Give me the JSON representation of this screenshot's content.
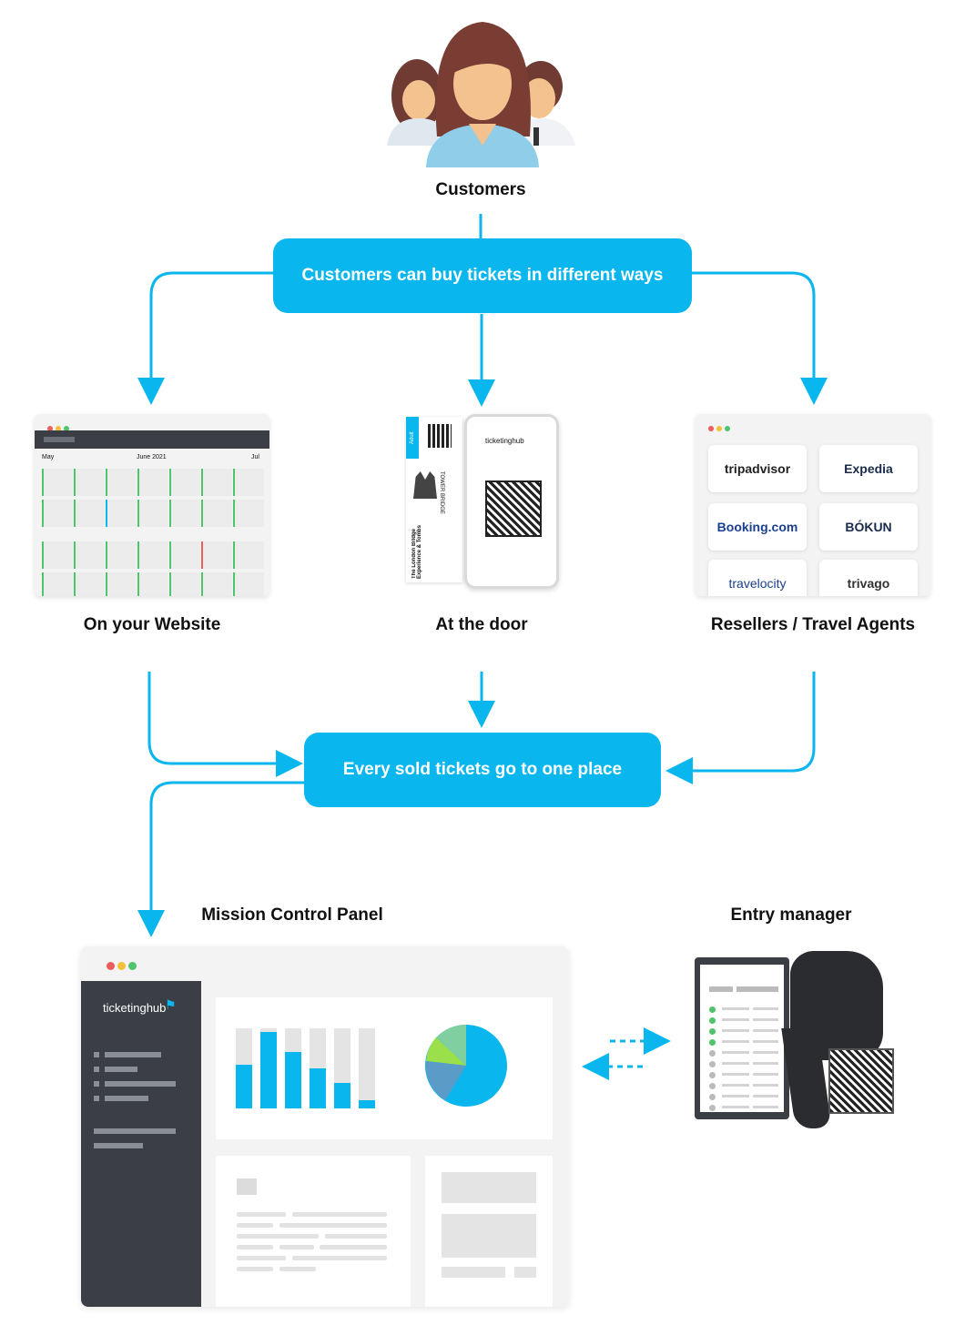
{
  "nodes": {
    "customers": "Customers",
    "buy_ways": "Customers can buy tickets in different ways",
    "website": "On your Website",
    "door": "At the door",
    "resellers": "Resellers / Travel Agents",
    "one_place": "Every sold tickets go to one place",
    "mission_control": "Mission Control Panel",
    "entry_manager": "Entry manager"
  },
  "website_calendar": {
    "month_left": "May",
    "month_center": "June 2021",
    "month_right": "Jul"
  },
  "ticket": {
    "badge": "Adult",
    "title": "The London Bridge Experience & Tombs",
    "venue": "TOWER BRIDGE",
    "brand": "ticketinghub"
  },
  "resellers_logos": [
    "tripadvisor",
    "Expedia",
    "Booking.com",
    "BÓKUN",
    "travelocity",
    "trivago"
  ],
  "panel": {
    "brand": "ticketinghub"
  },
  "colors": {
    "accent": "#09b6ee",
    "sidebar": "#3b3f45",
    "dot_red": "#ee5b5b",
    "dot_yellow": "#f4bf3a",
    "dot_green": "#4fc46a"
  }
}
